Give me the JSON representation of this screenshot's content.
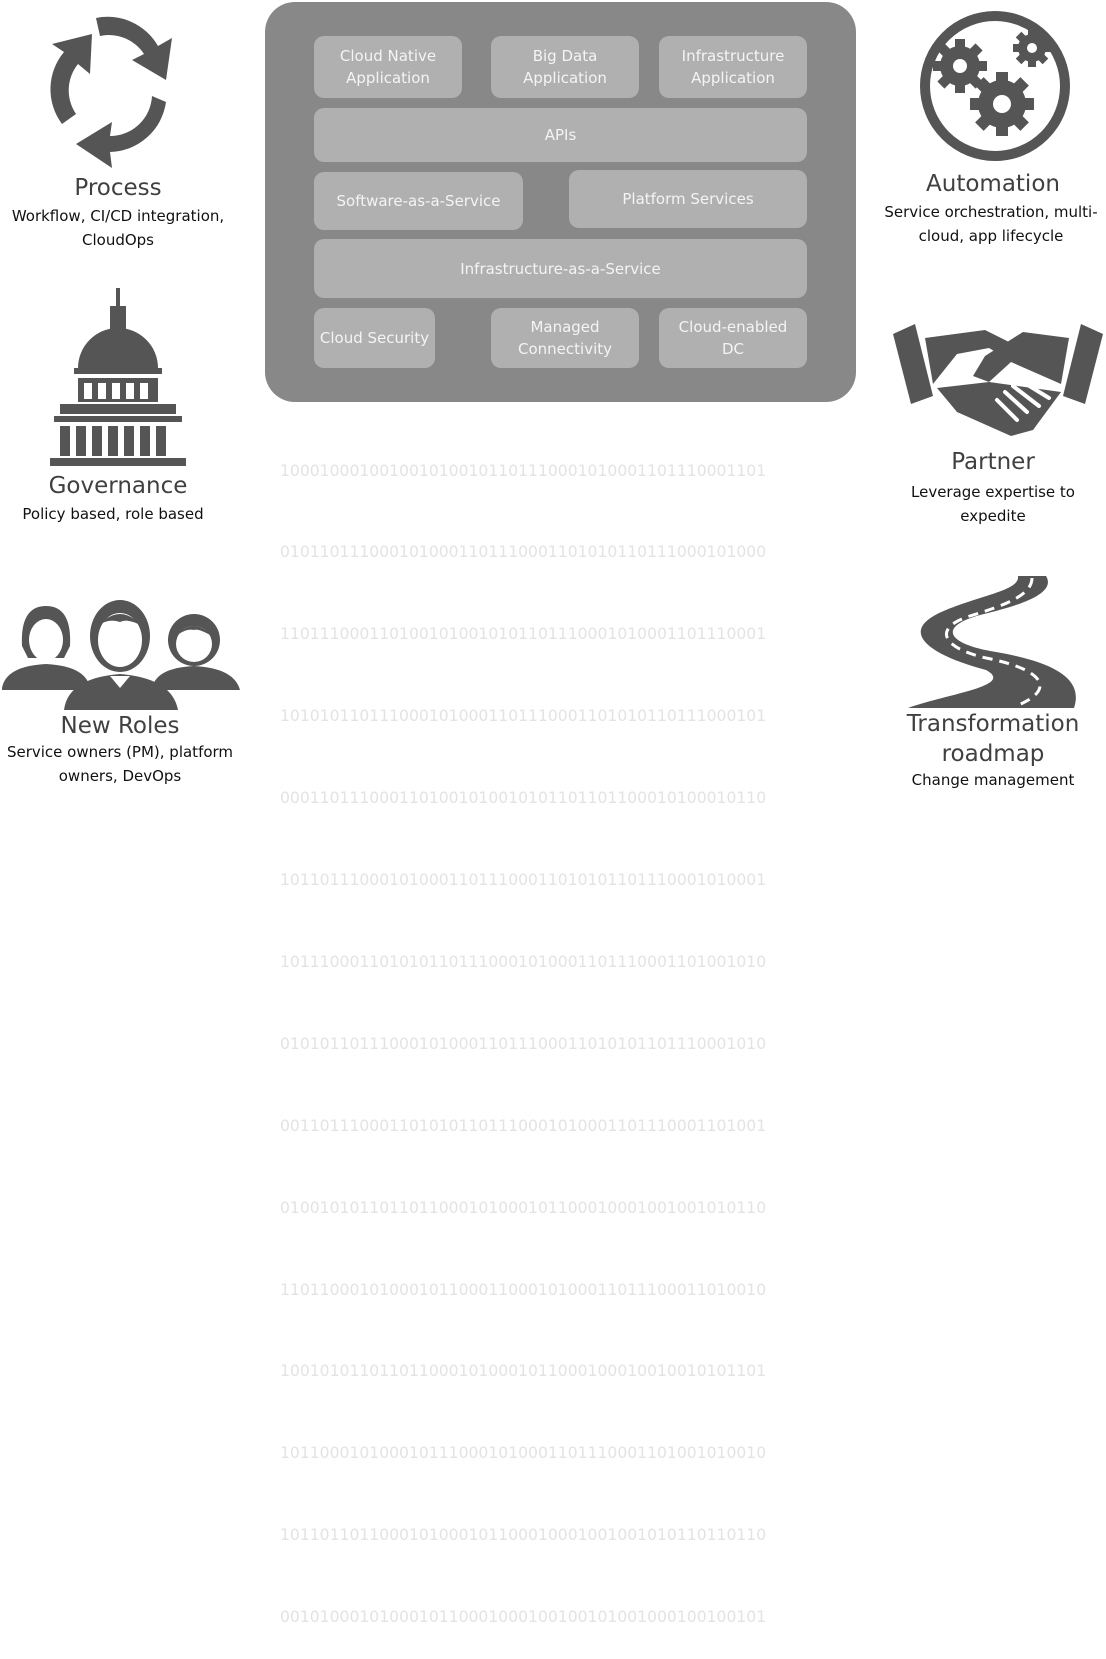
{
  "stack": {
    "row1": [
      "Cloud Native Application",
      "Big Data Application",
      "Infrastructure Application"
    ],
    "apis": "APIs",
    "saas": "Software-as-a-Service",
    "platform": "Platform Services",
    "iaas": "Infrastructure-as-a-Service",
    "row5": [
      "Cloud Security",
      "Managed Connectivity",
      "Cloud-enabled DC"
    ]
  },
  "binary_lines": [
    "1000100010010010100101101110001010001101110001101",
    "0101101110001010001101110001101010110111000101000",
    "1101110001101001010010101101110001010001101110001",
    "1010101101110001010001101110001101010110111000101",
    "0001101110001101001010010101101101100010100010110",
    "1011011100010100011011100011010101101110001010001",
    "1011100011010101101110001010001101110001101001010",
    "0101011011100010100011011100011010101101110001010",
    "0011011100011010101101110001010001101110001101001",
    "0100101011011011000101000101100010001001001010110",
    "1101100010100010110001100010100011011100011010010",
    "1001010110110110001010001011000100010010010101101",
    "1011000101000101110001010001101110001101001010010",
    "1011011011000101000101100010001001001010110110110",
    "0010100010100010110001000100100101001000100100101"
  ],
  "pillars": {
    "process": {
      "title": "Process",
      "desc1": "Workflow, CI/CD integration,",
      "desc2": "CloudOps",
      "icon": "cycle-arrows-icon"
    },
    "governance": {
      "title": "Governance",
      "desc1": "Policy based, role based",
      "icon": "capitol-building-icon"
    },
    "new_roles": {
      "title": "New Roles",
      "desc1": "Service owners (PM), platform",
      "desc2": "owners, DevOps",
      "icon": "people-icon"
    },
    "automation": {
      "title": "Automation",
      "desc1": "Service orchestration, multi-",
      "desc2": "cloud, app lifecycle",
      "icon": "gears-icon"
    },
    "partner": {
      "title": "Partner",
      "desc1": "Leverage expertise to",
      "desc2": "expedite",
      "icon": "handshake-icon"
    },
    "transformation": {
      "title1": "Transformation",
      "title2": "roadmap",
      "desc1": "Change management",
      "icon": "winding-road-icon"
    }
  },
  "colors": {
    "icon": "#555555",
    "stack_bg": "#888888",
    "block_bg": "#b0b0b0",
    "binary": "#e3e3e3"
  }
}
